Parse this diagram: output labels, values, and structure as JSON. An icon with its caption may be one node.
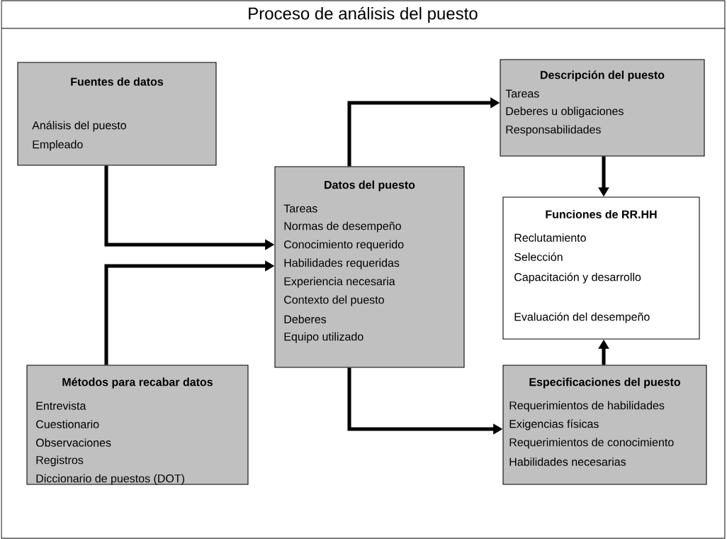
{
  "diagram": {
    "title": "Proceso de análisis del puesto",
    "nodes": [
      {
        "text": [
          "Fuentes de datos",
          "Análisis del puesto",
          "Empleado"
        ]
      },
      {
        "text": [
          "Métodos para recabar datos",
          "Entrevista",
          "Cuestionario",
          "Observaciones",
          "Registros",
          "Diccionario de puestos (DOT)"
        ]
      },
      {
        "text": [
          "Datos del puesto",
          "Tareas",
          "Normas de desempeño",
          "Conocimiento requerido",
          "Habilidades requeridas",
          "Experiencia necesaria",
          "Contexto del puesto",
          "Deberes",
          "Equipo utilizado"
        ]
      },
      {
        "text": [
          "Descripción del puesto",
          "Tareas",
          "Deberes u obligaciones",
          "Responsabilidades"
        ]
      },
      {
        "text": [
          "Funciones de RR.HH",
          "Reclutamiento",
          "Selección",
          "Capacitación y desarrollo",
          "Evaluación del desempeño"
        ]
      },
      {
        "text": [
          "Especificaciones del puesto",
          "Requerimientos de habilidades",
          "Exigencias físicas",
          "Requerimientos de conocimiento",
          "Habilidades necesarias"
        ]
      }
    ],
    "edges": [
      {
        "from": 0,
        "to": 2,
        "arrow": "to"
      },
      {
        "from": 1,
        "to": 2,
        "arrow": "to"
      },
      {
        "from": 2,
        "to": 3,
        "arrow": "to"
      },
      {
        "from": 2,
        "to": 5,
        "arrow": "to"
      },
      {
        "from": 3,
        "to": 4,
        "arrow": "to"
      },
      {
        "from": 5,
        "to": 4,
        "arrow": "to"
      }
    ]
  }
}
